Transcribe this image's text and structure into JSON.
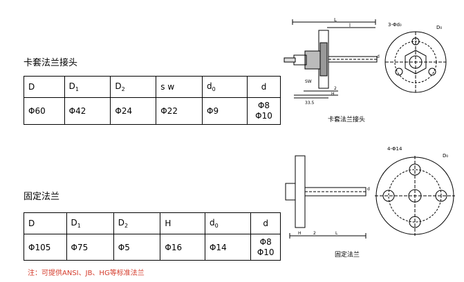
{
  "section1": {
    "title": "卡套法兰接头",
    "headers": [
      "D",
      "D",
      "D",
      "s w",
      "d",
      "d"
    ],
    "header_subs": [
      "",
      "1",
      "2",
      "",
      "0",
      ""
    ],
    "row": [
      "Φ60",
      "Φ42",
      "Φ24",
      "Φ22",
      "Φ9"
    ],
    "row_last": [
      "Φ8",
      "Φ10"
    ]
  },
  "section2": {
    "title": "固定法兰",
    "headers": [
      "D",
      "D",
      "D",
      "H",
      "d",
      "d"
    ],
    "header_subs": [
      "",
      "1",
      "2",
      "",
      "0",
      ""
    ],
    "row": [
      "Φ105",
      "Φ75",
      "Φ5",
      "Φ16",
      "Φ14"
    ],
    "row_last": [
      "Φ8",
      "Φ10"
    ]
  },
  "note": "注：可提供ANSI、JB、HG等标准法兰",
  "drawing1": {
    "caption": "卡套法兰接头",
    "labels": {
      "L": "L",
      "l": "l",
      "holes": "3-Φd₀",
      "D0": "D₀",
      "SW": "SW",
      "d": "d",
      "H": "H",
      "two": "2",
      "dim": "33.5"
    }
  },
  "drawing2": {
    "caption": "固定法兰",
    "labels": {
      "holes": "4-Φ14",
      "D0": "D₀",
      "H": "H",
      "two": "2",
      "L": "L",
      "d": "d"
    }
  },
  "colors": {
    "note": "#d43a2a",
    "line": "#000000"
  }
}
